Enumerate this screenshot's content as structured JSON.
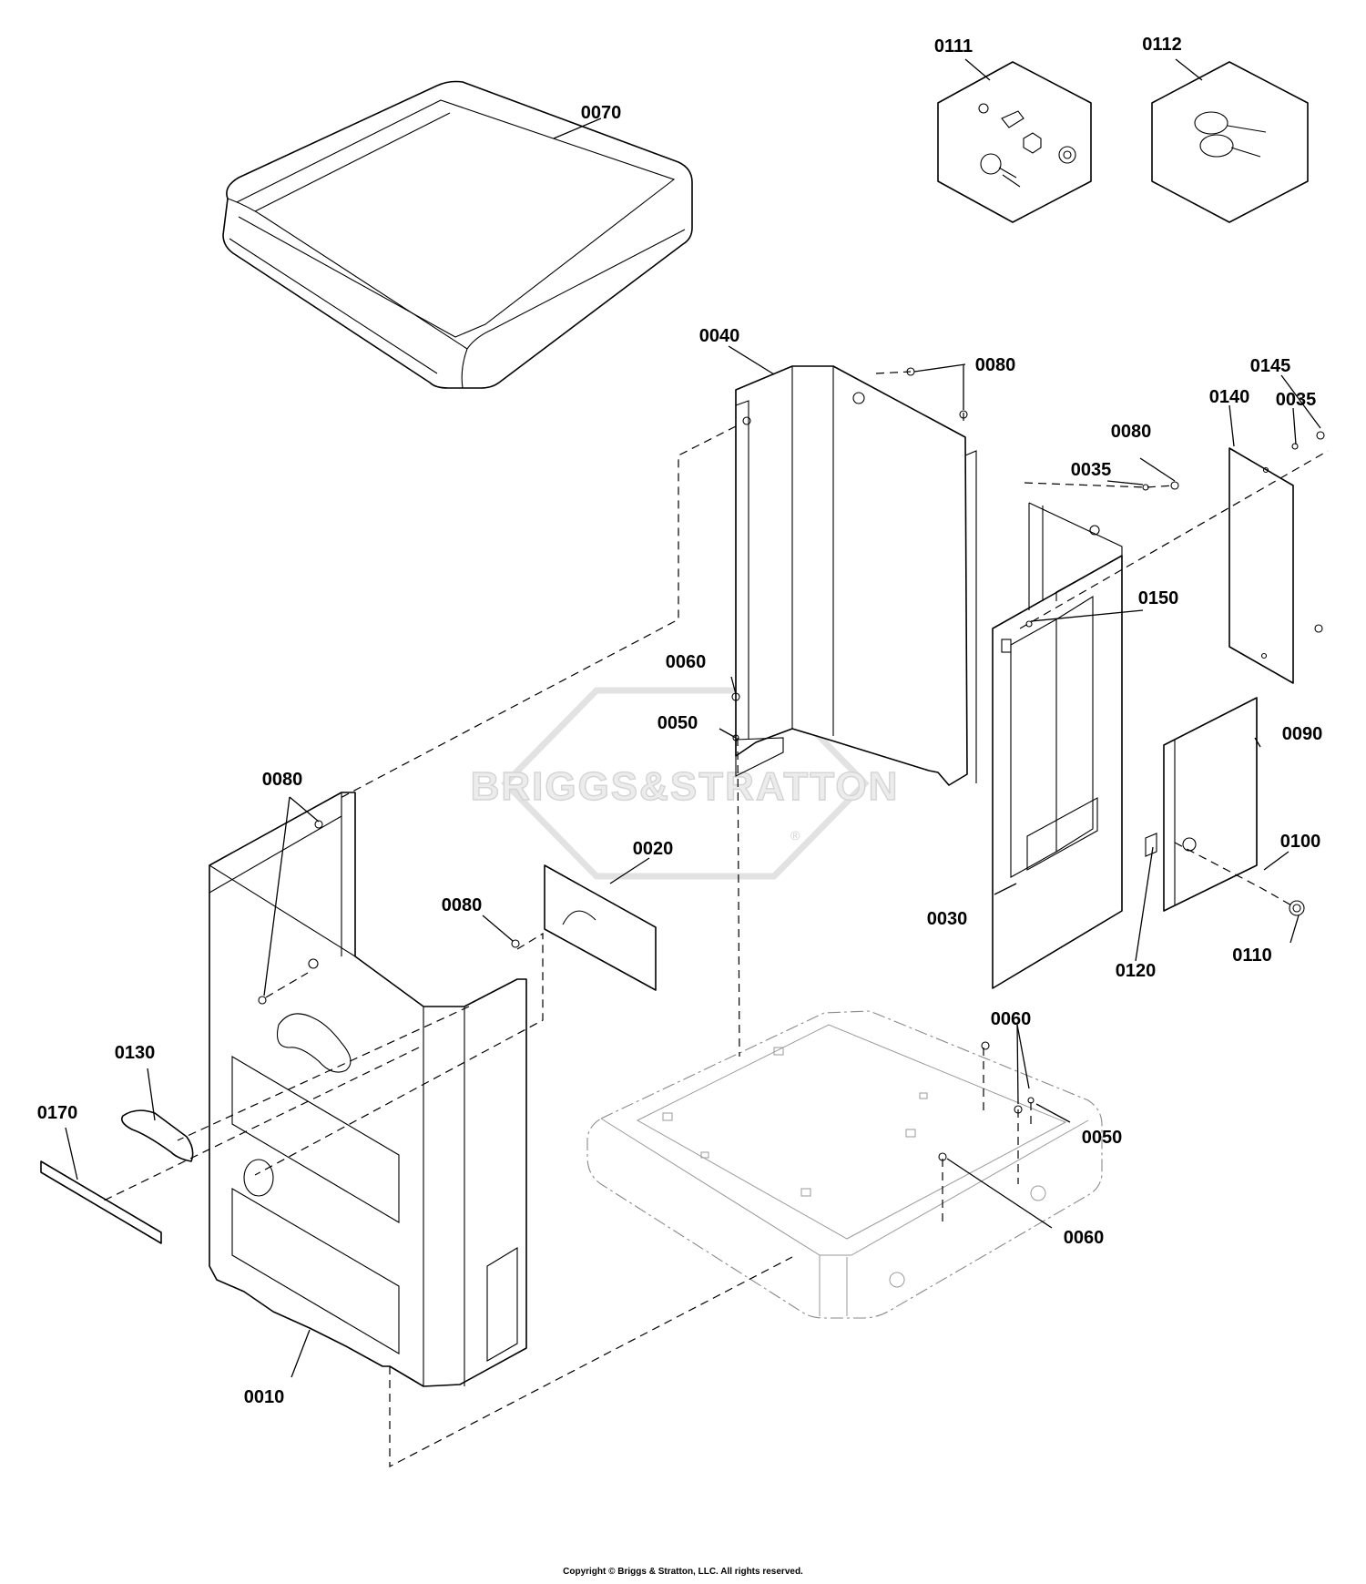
{
  "watermark": {
    "brand": "BRIGGS&STRATTON",
    "registered": "®"
  },
  "callouts": {
    "p0111": "0111",
    "p0112": "0112",
    "p0070": "0070",
    "p0040": "0040",
    "p0080_top": "0080",
    "p0145": "0145",
    "p0140": "0140",
    "p0035_a": "0035",
    "p0080_mid": "0080",
    "p0035_b": "0035",
    "p0150": "0150",
    "p0060_a": "0060",
    "p0050_a": "0050",
    "p0090": "0090",
    "p0080_left": "0080",
    "p0020": "0020",
    "p0080_b": "0080",
    "p0100": "0100",
    "p0030": "0030",
    "p0110": "0110",
    "p0120": "0120",
    "p0060_b": "0060",
    "p0130": "0130",
    "p0170": "0170",
    "p0050_b": "0050",
    "p0060_c": "0060",
    "p0010": "0010"
  },
  "footer": {
    "copyright": "Copyright © Briggs & Stratton, LLC. All rights reserved."
  }
}
